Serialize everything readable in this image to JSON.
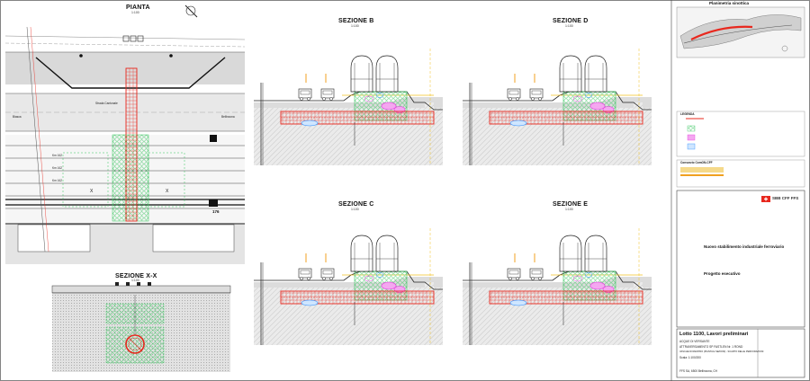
{
  "pianta": {
    "title": "PIANTA",
    "scale": "1:100",
    "left_label": "Biasca",
    "right_label": "Bellinzona",
    "road_label": "Strada Cantonale",
    "chainage": [
      "Km 162",
      "Km 162",
      "Km 162"
    ],
    "marker": "176"
  },
  "sezione_xx": {
    "title": "SEZIONE X-X",
    "scale": "1:100"
  },
  "sections": [
    {
      "title": "SEZIONE B",
      "scale": "1:100"
    },
    {
      "title": "SEZIONE D",
      "scale": "1:100"
    },
    {
      "title": "SEZIONE C",
      "scale": "1:100"
    },
    {
      "title": "SEZIONE E",
      "scale": "1:100"
    }
  ],
  "planimetria": {
    "title": "Planimetria sinottica"
  },
  "legend": {
    "title": "LEGENDA",
    "consortium": "Consorzio ComON-CFF"
  },
  "sbb": {
    "logo": "SBB CFF FFS"
  },
  "project": {
    "title": "Nuovo stabilimento industriale ferroviario",
    "subtitle": "Progetto esecutivo"
  },
  "lotto": {
    "title": "Lotto 1100, Lavori preliminari",
    "line1": "ACQUE DI VERSANTE",
    "line2": "ATTRAVERSAMENTO SP FASTLEN Nr. 1 ROND",
    "line3": "VASCHE DI RIENTRO (PIANTA E SEZIONI) - SCARTO DELLE PERFORAZIONI",
    "line4": "Scala: 1:100/200",
    "footer": "FFS SA, 6500 Bellinzona, CH"
  },
  "colors": {
    "red": "#e8281e",
    "green": "#33c45a",
    "magenta": "#e83ae0",
    "blue": "#2a8cff",
    "orange": "#f0a020",
    "hatch": "#9a9a9a"
  }
}
